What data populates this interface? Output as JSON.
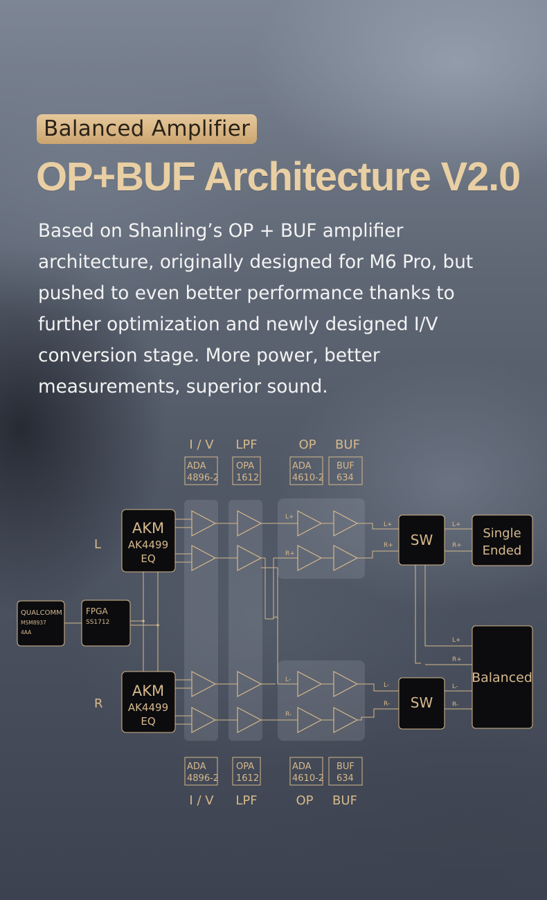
{
  "header": {
    "badge": "Balanced Amplifier",
    "title": "OP+BUF Architecture V2.0",
    "description": "Based on Shanling’s OP + BUF amplifier architecture, originally designed for M6 Pro, but pushed to even better performance thanks to further optimization and newly designed I/V conversion stage. More power, better measurements, superior sound."
  },
  "diagram": {
    "stages": [
      {
        "name": "I / V",
        "chip_line1": "ADA",
        "chip_line2": "4896-2"
      },
      {
        "name": "LPF",
        "chip_line1": "OPA",
        "chip_line2": "1612"
      },
      {
        "name": "OP",
        "chip_line1": "ADA",
        "chip_line2": "4610-2"
      },
      {
        "name": "BUF",
        "chip_line1": "BUF",
        "chip_line2": "634"
      }
    ],
    "channel_left": "L",
    "channel_right": "R",
    "dac_left": {
      "line1": "AKM",
      "line2": "AK4499",
      "line3": "EQ"
    },
    "dac_right": {
      "line1": "AKM",
      "line2": "AK4499",
      "line3": "EQ"
    },
    "soc": {
      "line1": "QUALCOMM",
      "line2": "MSM8937",
      "line3": "4AA"
    },
    "fpga": {
      "line1": "FPGA",
      "line2": "SS1712"
    },
    "switch_top": "SW",
    "switch_bottom": "SW",
    "output_single_line1": "Single",
    "output_single_line2": "Ended",
    "output_balanced": "Balanced",
    "signals": {
      "lp": "L+",
      "rp": "R+",
      "lm": "L-",
      "rm": "R-"
    }
  },
  "colors": {
    "accent": "#d6b98c",
    "box_fill": "#0c0c0f",
    "badge": "#d9b886"
  }
}
